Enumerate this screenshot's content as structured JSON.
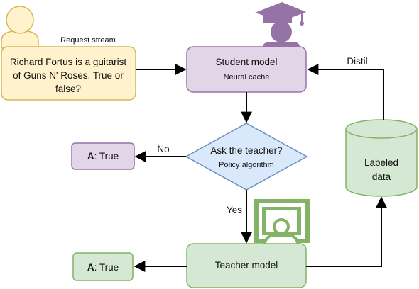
{
  "request": {
    "stream_label": "Request stream",
    "question_lines": [
      "Richard Fortus is a guitarist",
      "of Guns N' Roses. True or",
      "false?"
    ]
  },
  "student": {
    "title": "Student model",
    "subtitle": "Neural cache"
  },
  "decision": {
    "title": "Ask the teacher?",
    "subtitle": "Policy algorithm"
  },
  "teacher": {
    "title": "Teacher model"
  },
  "data_store": {
    "line1": "Labeled",
    "line2": "data"
  },
  "answer_student": {
    "prefix": "A",
    "rest": ": True"
  },
  "answer_teacher": {
    "prefix": "A",
    "rest": ": True"
  },
  "edges": {
    "no": "No",
    "yes": "Yes",
    "distil": "Distil"
  },
  "icons": {
    "user": "person-icon",
    "student": "graduate-icon",
    "teacher": "teacher-board-icon"
  },
  "colors": {
    "user_fill": "#fff2cc",
    "user_stroke": "#d6b656",
    "purple_fill": "#e1d5e7",
    "purple_stroke": "#9673a6",
    "blue_fill": "#dae8fc",
    "blue_stroke": "#6c8ebf",
    "green_fill": "#d5e8d4",
    "green_stroke": "#82b366",
    "grad_icon": "#9673a6",
    "teacher_icon": "#82b366"
  }
}
